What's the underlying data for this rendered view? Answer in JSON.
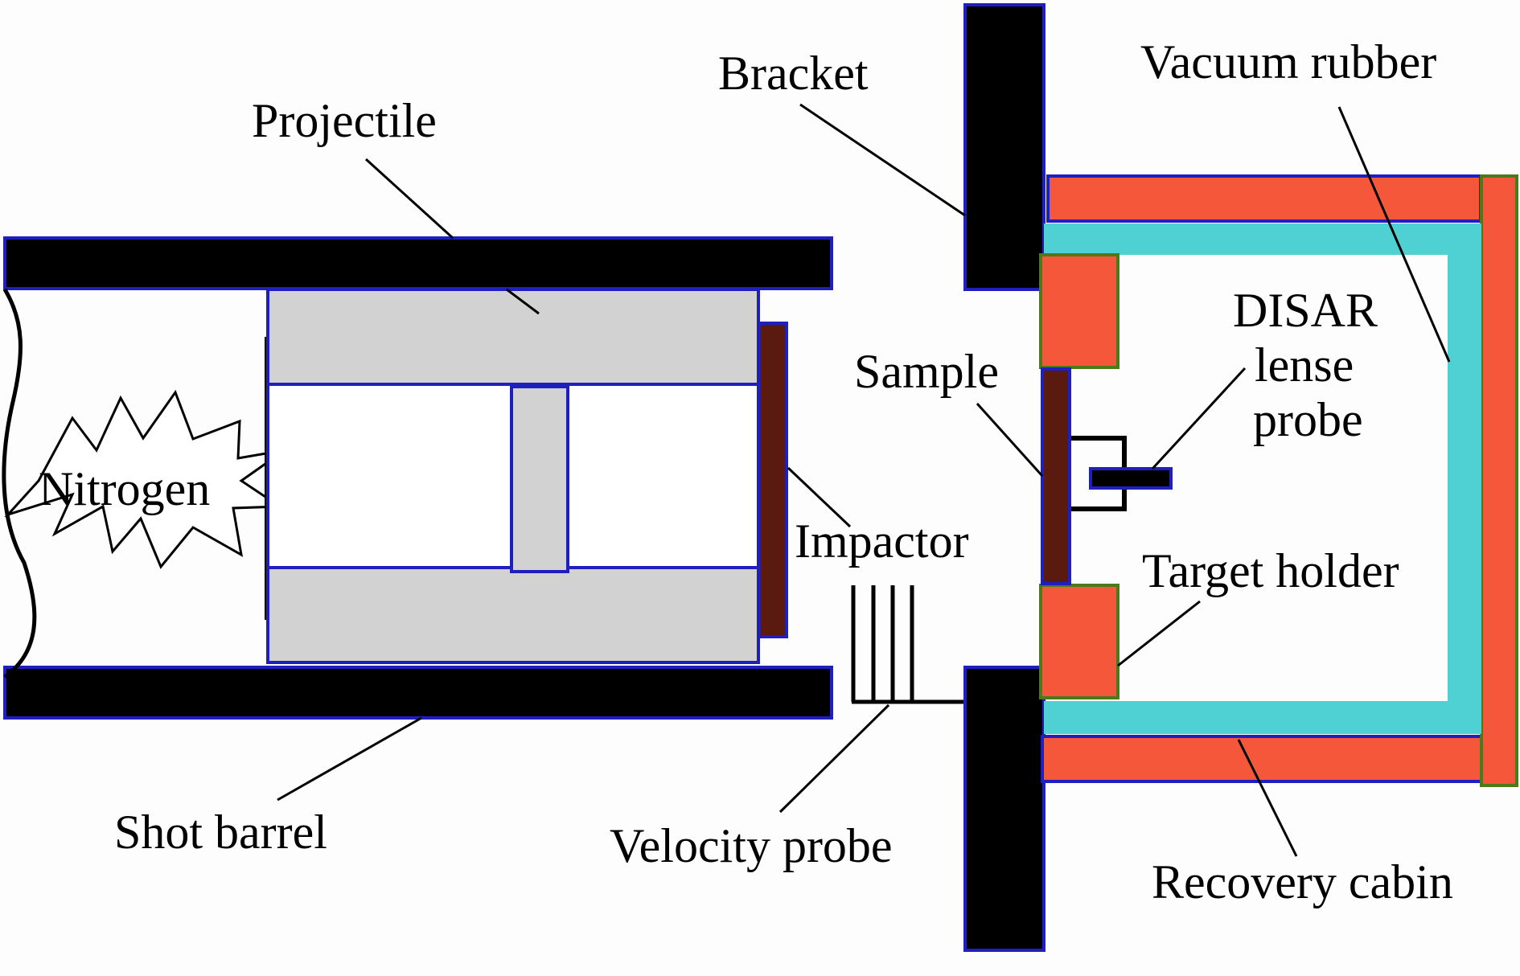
{
  "labels": {
    "bracket": "Bracket",
    "vacuum_rubber": "Vacuum rubber",
    "projectile": "Projectile",
    "disar_line1": "DISAR",
    "disar_line2": "lense",
    "disar_line3": "probe",
    "sample": "Sample",
    "nitrogen": "Nitrogen",
    "impactor": "Impactor",
    "target_holder": "Target holder",
    "shot_barrel": "Shot barrel",
    "velocity_probe": "Velocity probe",
    "recovery_cabin": "Recovery cabin"
  },
  "colors": {
    "barrel": "#000000",
    "outline": "#1f1fbf",
    "projectile_body": "#d2d2d2",
    "impactor": "#5a1a10",
    "red_part": "#f4573a",
    "green_outline": "#4a7a1c",
    "vacuum_rubber": "#4fd0d3"
  }
}
